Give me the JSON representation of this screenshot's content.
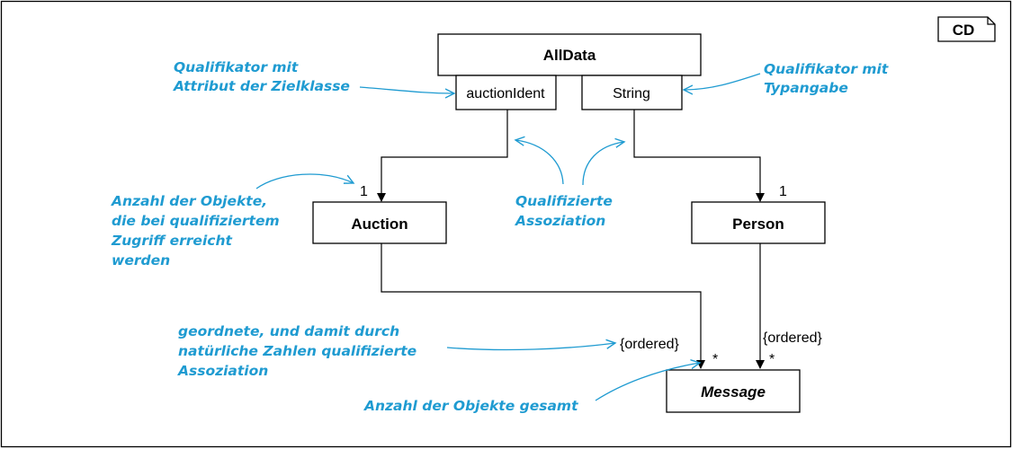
{
  "tag": "CD",
  "classes": {
    "alldata": "AllData",
    "auction": "Auction",
    "person": "Person",
    "message": "Message"
  },
  "qualifiers": {
    "auction_ident": "auctionIdent",
    "string": "String"
  },
  "multiplicities": {
    "auction_end": "1",
    "person_end": "1",
    "message_from_auction": "*",
    "message_from_person": "*"
  },
  "constraints": {
    "ordered_left": "{ordered}",
    "ordered_right": "{ordered}"
  },
  "notes": {
    "qualifier_attribute": [
      "Qualifikator mit",
      "Attribut der Zielklasse"
    ],
    "qualifier_type": [
      "Qualifikator mit",
      "Typangabe"
    ],
    "qualified_count": [
      "Anzahl der Objekte,",
      "die bei qualifiziertem",
      "Zugriff erreicht",
      "werden"
    ],
    "qualified_association": [
      "Qualifizierte",
      "Assoziation"
    ],
    "ordered_association": [
      "geordnete, und damit durch",
      "natürliche Zahlen qualifizierte",
      "Assoziation"
    ],
    "total_count": [
      "Anzahl der Objekte gesamt"
    ]
  },
  "colors": {
    "annotation": "#1f9bd1",
    "lines": "#000000"
  }
}
